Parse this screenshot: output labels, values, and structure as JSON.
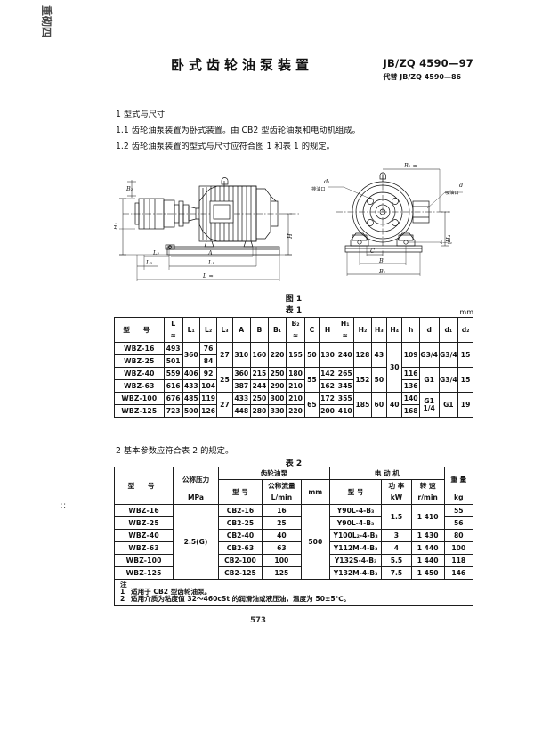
{
  "margin": {
    "stamp": "重砌四",
    "side_marks": "∷"
  },
  "header": {
    "title": "卧式齿轮油泵装置",
    "std_no": "JB/ZQ 4590—97",
    "std_replaces": "代替 JB/ZQ 4590—86"
  },
  "body": {
    "s1_title": "1   型式与尺寸",
    "s1_1": "1.1   齿轮油泵装置为卧式装置。由 CB2 型齿轮油泵和电动机组成。",
    "s1_2": "1.2   齿轮油泵装置的型式与尺寸应符合图 1 和表 1 的规定。",
    "s2": "2   基本参数应符合表 2 的规定。"
  },
  "figure": {
    "caption": "图 1",
    "labels": {
      "b2": "B₂",
      "h1": "H₁",
      "l2": "L₂",
      "l1": "L₁",
      "a": "A",
      "l3": "L₃",
      "l": "L ≈",
      "h": "H",
      "b1_top": "B₁ ≈",
      "d_inlet": "d",
      "d_inlet_note": "吸油口",
      "d1_outlet": "d₁",
      "d1_outlet_note": "排油口",
      "c": "C",
      "b": "B",
      "b1_bottom": "B₁",
      "h3": "h",
      "h4": "H₄",
      "holes": "4—d₂"
    }
  },
  "table1": {
    "caption": "表 1",
    "unit": "mm",
    "columns": [
      {
        "label": "型      号",
        "sub": ""
      },
      {
        "label": "L",
        "sub": "≈"
      },
      {
        "label": "L₁",
        "sub": ""
      },
      {
        "label": "L₂",
        "sub": ""
      },
      {
        "label": "L₃",
        "sub": ""
      },
      {
        "label": "A",
        "sub": ""
      },
      {
        "label": "B",
        "sub": ""
      },
      {
        "label": "B₁",
        "sub": ""
      },
      {
        "label": "B₂",
        "sub": "≈"
      },
      {
        "label": "C",
        "sub": ""
      },
      {
        "label": "H",
        "sub": ""
      },
      {
        "label": "H₁",
        "sub": "≈"
      },
      {
        "label": "H₂",
        "sub": ""
      },
      {
        "label": "H₃",
        "sub": ""
      },
      {
        "label": "H₄",
        "sub": ""
      },
      {
        "label": "h",
        "sub": ""
      },
      {
        "label": "d",
        "sub": ""
      },
      {
        "label": "d₁",
        "sub": ""
      },
      {
        "label": "d₂",
        "sub": ""
      }
    ],
    "rows": [
      {
        "model": "WBZ-16",
        "L": "493",
        "L1": "360",
        "L2": "76",
        "L3": "27",
        "A": "310",
        "B": "160",
        "B1": "220",
        "B2": "155",
        "C": "50",
        "H": "130",
        "H1": "240",
        "H2": "128",
        "H3": "43",
        "H4": "30",
        "h": "109",
        "d": "G3/4",
        "d1": "G3/4",
        "d2": "15"
      },
      {
        "model": "WBZ-25",
        "L": "501",
        "L1": "360",
        "L2": "84",
        "L3": "27",
        "A": "310",
        "B": "160",
        "B1": "220",
        "B2": "155",
        "C": "50",
        "H": "130",
        "H1": "240",
        "H2": "128",
        "H3": "43",
        "H4": "30",
        "h": "109",
        "d": "G3/4",
        "d1": "G3/4",
        "d2": "15"
      },
      {
        "model": "WBZ-40",
        "L": "559",
        "L1": "406",
        "L2": "92",
        "L3": "25",
        "A": "360",
        "B": "215",
        "B1": "250",
        "B2": "180",
        "C": "55",
        "H": "142",
        "H1": "265",
        "H2": "152",
        "H3": "50",
        "H4": "30",
        "h": "116",
        "d": "G1",
        "d1": "G3/4",
        "d2": "15"
      },
      {
        "model": "WBZ-63",
        "L": "616",
        "L1": "433",
        "L2": "104",
        "L3": "25",
        "A": "387",
        "B": "244",
        "B1": "290",
        "B2": "210",
        "C": "55",
        "H": "162",
        "H1": "345",
        "H2": "152",
        "H3": "50",
        "H4": "30",
        "h": "136",
        "d": "G1",
        "d1": "G3/4",
        "d2": "15"
      },
      {
        "model": "WBZ-100",
        "L": "676",
        "L1": "485",
        "L2": "119",
        "L3": "27",
        "A": "433",
        "B": "250",
        "B1": "300",
        "B2": "210",
        "C": "65",
        "H": "172",
        "H1": "355",
        "H2": "185",
        "H3": "60",
        "H4": "40",
        "h": "140",
        "d": "G1 1/4",
        "d1": "G1",
        "d2": "19"
      },
      {
        "model": "WBZ-125",
        "L": "723",
        "L1": "500",
        "L2": "126",
        "L3": "27",
        "A": "448",
        "B": "280",
        "B1": "330",
        "B2": "220",
        "C": "65",
        "H": "200",
        "H1": "410",
        "H2": "185",
        "H3": "60",
        "H4": "40",
        "h": "168",
        "d": "G1 1/4",
        "d1": "G1",
        "d2": "19"
      }
    ]
  },
  "table2": {
    "caption": "表 2",
    "group_headers": {
      "model": "型      号",
      "pressure": "公称压力",
      "pressure_unit": "MPa",
      "pump": "齿轮油泵",
      "motor": "电  动  机",
      "weight": "重  量",
      "weight_unit": "kg"
    },
    "sub_headers": {
      "pump_model": "型      号",
      "pump_flow": "公称流量",
      "pump_flow_unit": "L/min",
      "mm": "mm",
      "motor_model": "型      号",
      "motor_power": "功  率",
      "motor_power_unit": "kW",
      "motor_speed": "转  速",
      "motor_speed_unit": "r/min"
    },
    "pressure_value": "2.5(G)",
    "mm_value": "500",
    "rows": [
      {
        "model": "WBZ-16",
        "pump_model": "CB2-16",
        "flow": "16",
        "motor_model": "Y90L-4-B₃",
        "power": "1.5",
        "speed": "1 410",
        "weight": "55"
      },
      {
        "model": "WBZ-25",
        "pump_model": "CB2-25",
        "flow": "25",
        "motor_model": "Y90L-4-B₃",
        "power": "1.5",
        "speed": "1 410",
        "weight": "56"
      },
      {
        "model": "WBZ-40",
        "pump_model": "CB2-40",
        "flow": "40",
        "motor_model": "Y100L₂-4-B₃",
        "power": "3",
        "speed": "1 430",
        "weight": "80"
      },
      {
        "model": "WBZ-63",
        "pump_model": "CB2-63",
        "flow": "63",
        "motor_model": "Y112M-4-B₃",
        "power": "4",
        "speed": "1 440",
        "weight": "100"
      },
      {
        "model": "WBZ-100",
        "pump_model": "CB2-100",
        "flow": "100",
        "motor_model": "Y132S-4-B₃",
        "power": "5.5",
        "speed": "1 440",
        "weight": "118"
      },
      {
        "model": "WBZ-125",
        "pump_model": "CB2-125",
        "flow": "125",
        "motor_model": "Y132M-4-B₃",
        "power": "7.5",
        "speed": "1 450",
        "weight": "146"
      }
    ],
    "notes_title": "注",
    "notes": [
      {
        "n": "1",
        "text": "适用于 CB2 型齿轮油泵。"
      },
      {
        "n": "2",
        "text": "适用介质为粘度值 32～460cSt 的润滑油或液压油，温度为 50±5℃。"
      }
    ]
  },
  "footer": {
    "page_number": "573"
  }
}
